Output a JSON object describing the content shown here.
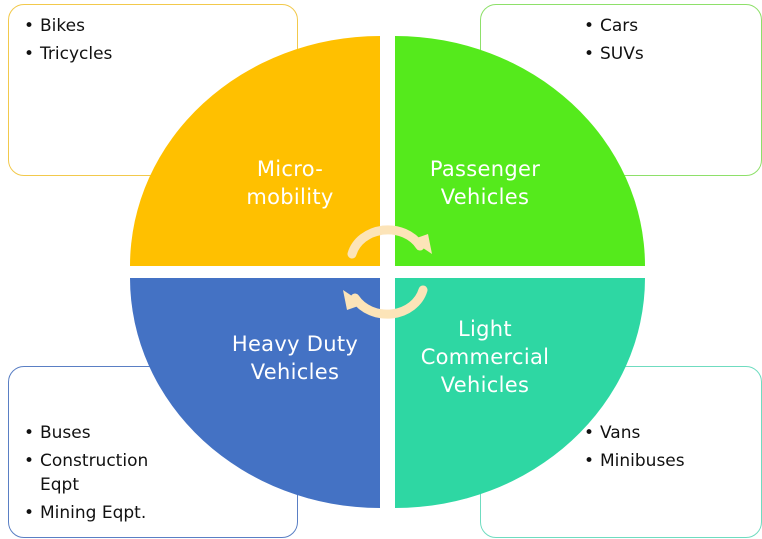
{
  "quadrants": {
    "top_left": {
      "label_line1": "Micro-",
      "label_line2": "mobility",
      "label_line3": "",
      "color": "#FFC000",
      "items": [
        "Bikes",
        "Tricycles"
      ]
    },
    "top_right": {
      "label_line1": "Passenger",
      "label_line2": "Vehicles",
      "label_line3": "",
      "color": "#55EA1C",
      "items": [
        "Cars",
        "SUVs"
      ]
    },
    "bottom_left": {
      "label_line1": "Heavy Duty",
      "label_line2": "Vehicles",
      "label_line3": "",
      "color": "#4472C4",
      "items": [
        "Buses",
        "Construction",
        "Eqpt",
        "Mining Eqpt."
      ]
    },
    "bottom_right": {
      "label_line1": "Light",
      "label_line2": "Commercial",
      "label_line3": "Vehicles",
      "color": "#2ED7A3",
      "items": [
        "Vans",
        "Minibuses"
      ]
    }
  },
  "cycle_arrow_color": "#FCE4B8"
}
